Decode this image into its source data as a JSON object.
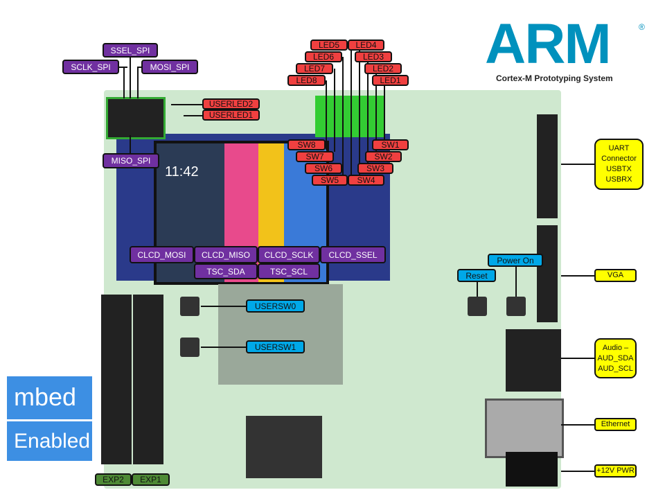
{
  "logo": {
    "brand": "ARM",
    "registered": "®",
    "subtitle": "Cortex-M Prototyping System"
  },
  "mbed": {
    "top": "mbed",
    "bottom": "Enabled"
  },
  "spi": {
    "ssel": "SSEL_SPI",
    "sclk": "SCLK_SPI",
    "mosi": "MOSI_SPI",
    "miso": "MISO_SPI"
  },
  "userled": [
    "USERLED2",
    "USERLED1"
  ],
  "leds": [
    "LED5",
    "LED4",
    "LED6",
    "LED3",
    "LED7",
    "LED2",
    "LED8",
    "LED1"
  ],
  "switches": [
    "SW8",
    "SW1",
    "SW7",
    "SW2",
    "SW6",
    "SW3",
    "SW5",
    "SW4"
  ],
  "clcd": [
    "CLCD_MOSI",
    "CLCD_MISO",
    "CLCD_SCLK",
    "CLCD_SSEL"
  ],
  "tsc": [
    "TSC_SDA",
    "TSC_SCL"
  ],
  "buttons": {
    "reset": "Reset",
    "power": "Power On"
  },
  "usersw": [
    "USERSW0",
    "USERSW1"
  ],
  "connectors": {
    "uart": [
      "UART",
      "Connector",
      "USBTX",
      "USBRX"
    ],
    "vga": "VGA",
    "audio": [
      "Audio –",
      "AUD_SDA",
      "AUD_SCL"
    ],
    "ethernet": "Ethernet",
    "power": "+12V PWR"
  },
  "exp": [
    "EXP2",
    "EXP1"
  ],
  "screen_time": "11:42"
}
